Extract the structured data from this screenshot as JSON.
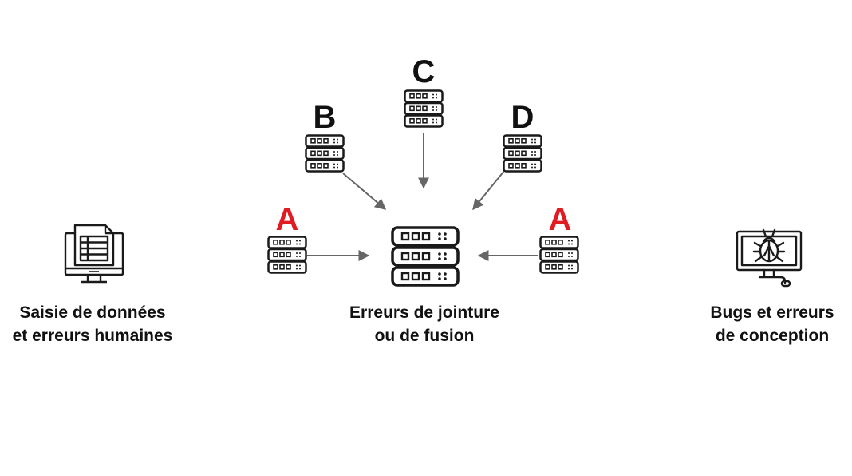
{
  "colors": {
    "letter_black": "#111111",
    "letter_red": "#e01b22",
    "arrow": "#666666",
    "icon_stroke": "#1a1a1a"
  },
  "sources": [
    {
      "id": "a-left",
      "letter": "A",
      "color": "red"
    },
    {
      "id": "b",
      "letter": "B",
      "color": "black"
    },
    {
      "id": "c",
      "letter": "C",
      "color": "black"
    },
    {
      "id": "d",
      "letter": "D",
      "color": "black"
    },
    {
      "id": "a-right",
      "letter": "A",
      "color": "red"
    }
  ],
  "icons": {
    "left": "data-entry-form-monitor-icon",
    "center": "database-server-icon",
    "right": "bug-monitor-icon"
  },
  "labels": {
    "left": {
      "line1": "Saisie de données",
      "line2": "et erreurs humaines"
    },
    "center": {
      "line1": "Erreurs de jointure",
      "line2": "ou de fusion"
    },
    "right": {
      "line1": "Bugs et erreurs",
      "line2": "de conception"
    }
  }
}
